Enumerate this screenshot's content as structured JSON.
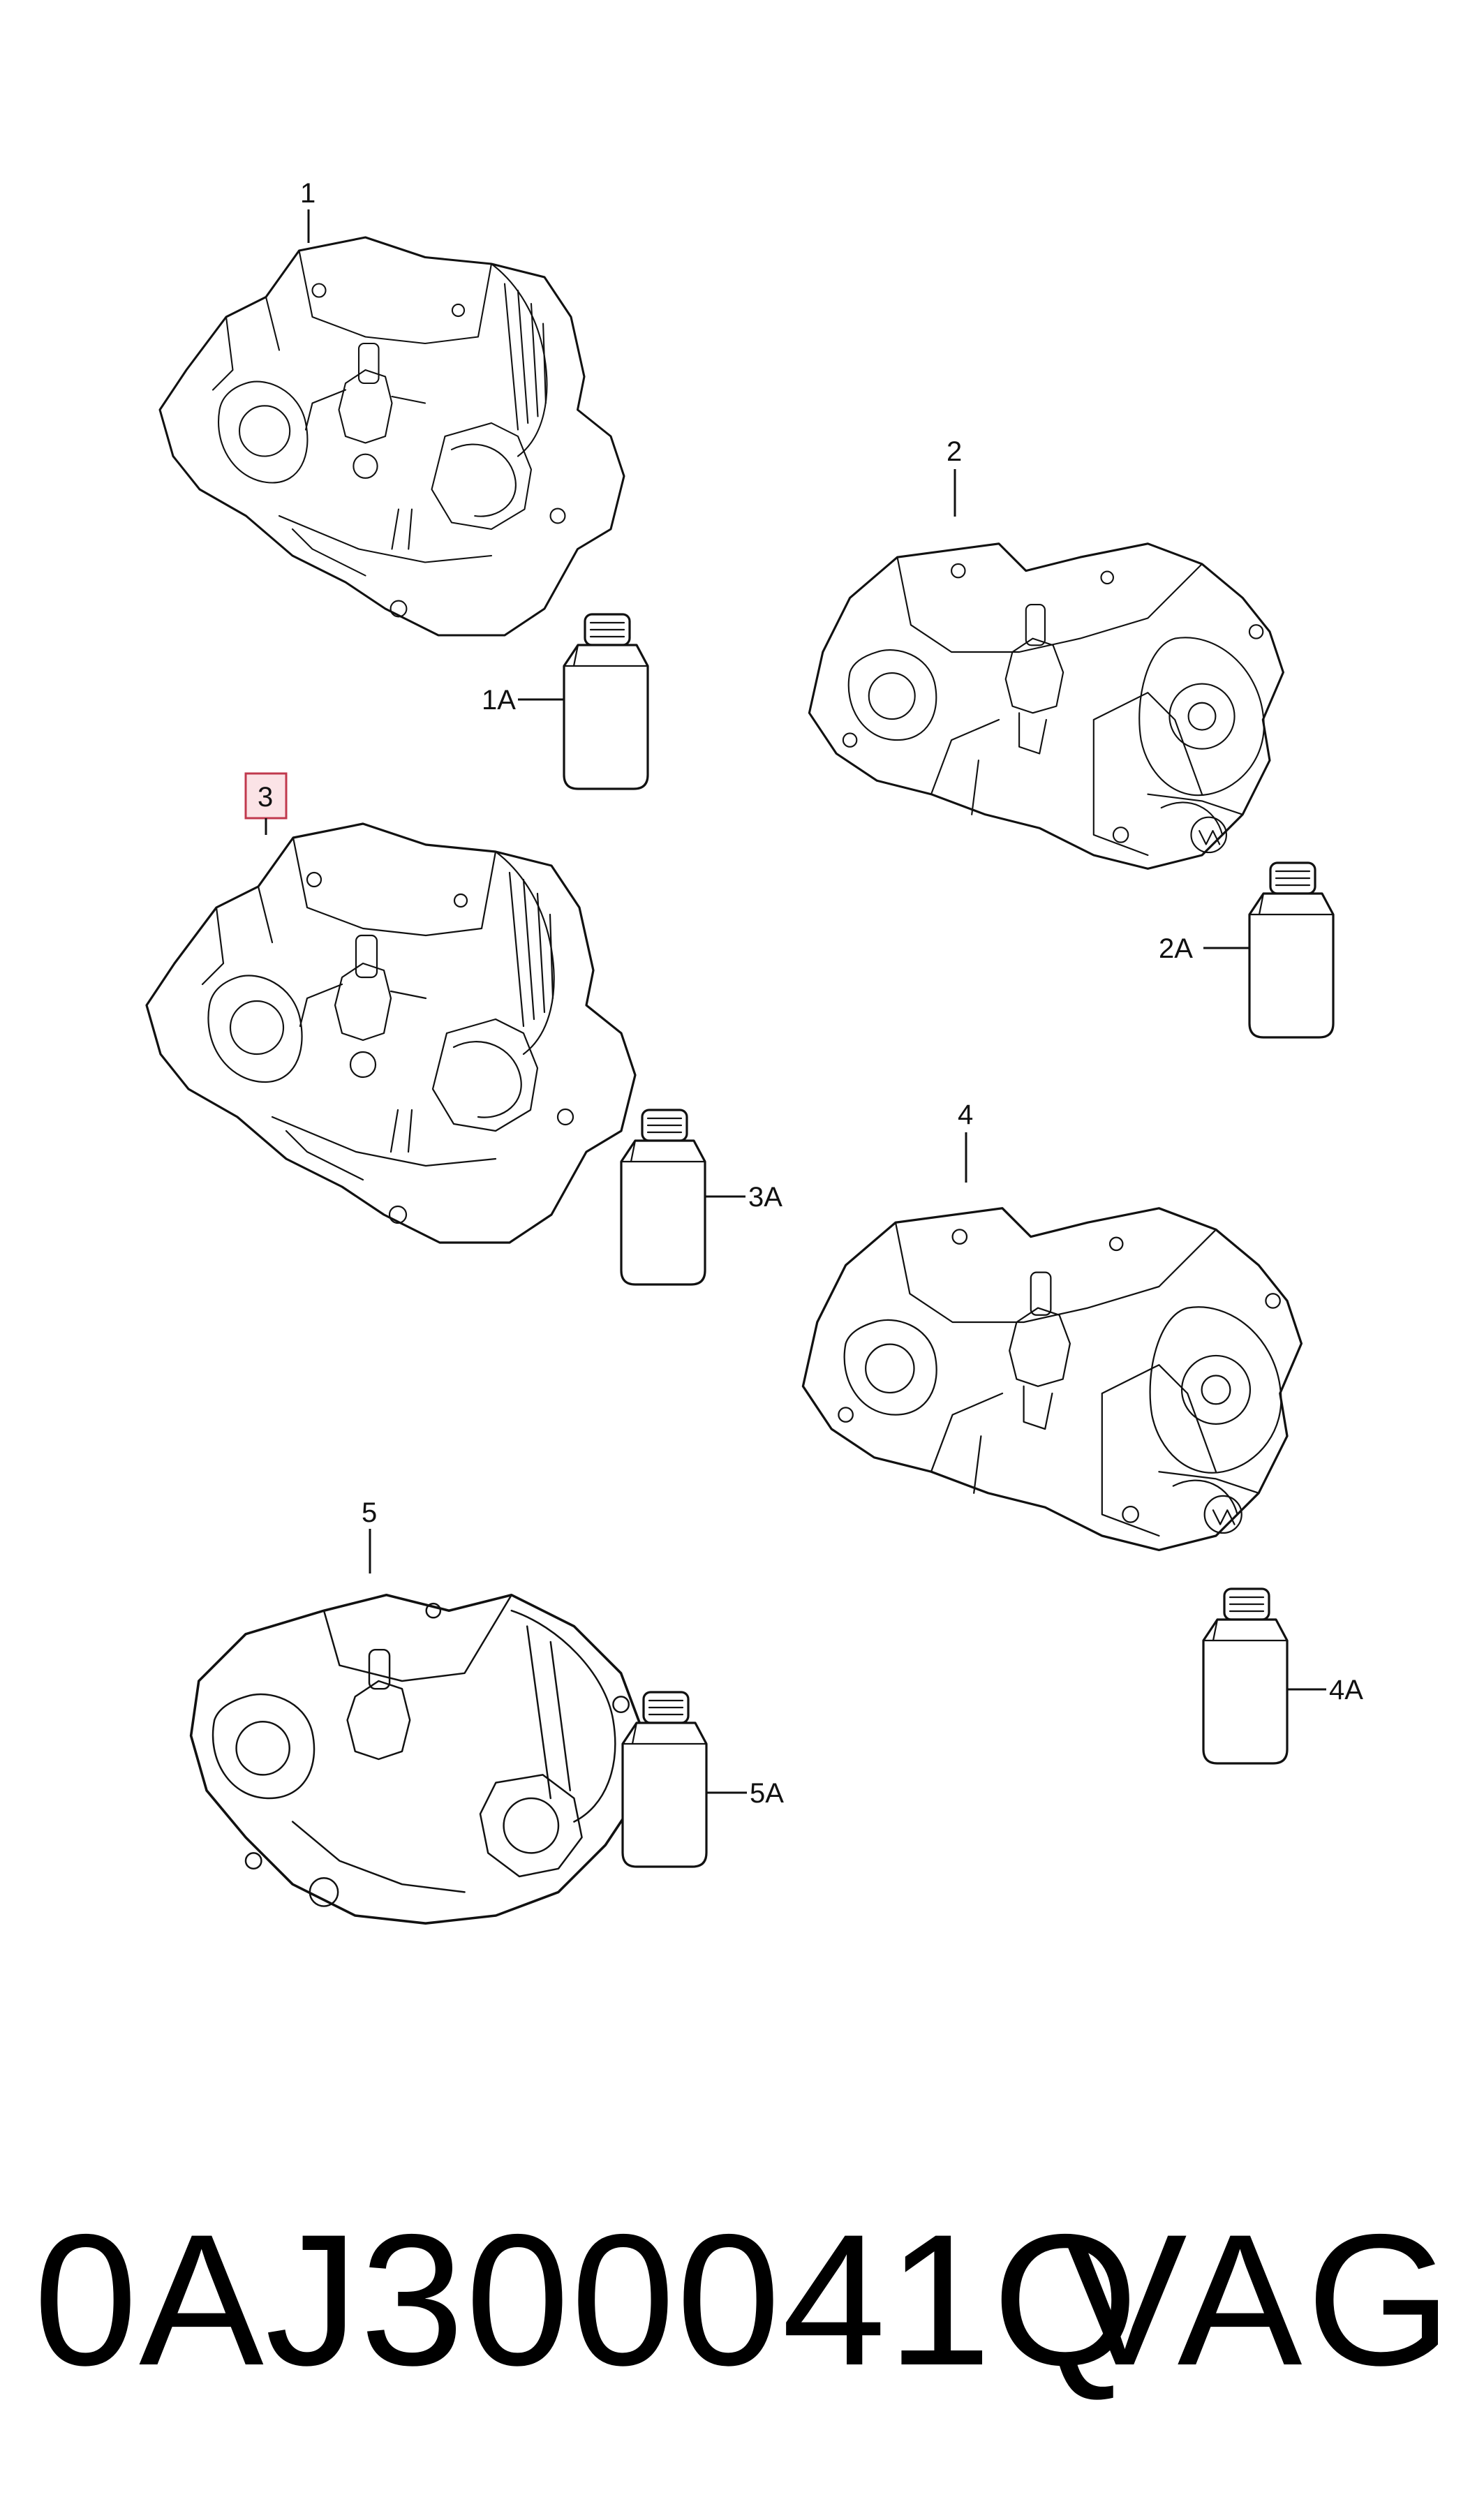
{
  "diagram": {
    "callouts": {
      "c1": "1",
      "c1a": "1A",
      "c2": "2",
      "c2a": "2A",
      "c3": "3",
      "c3a": "3A",
      "c4": "4",
      "c4a": "4A",
      "c5": "5",
      "c5a": "5A"
    },
    "highlighted_callout": "3",
    "highlight_color": "#c0394d",
    "parts": [
      {
        "id": "1",
        "kind": "gearbox-icon"
      },
      {
        "id": "1A",
        "kind": "oil-bottle-icon"
      },
      {
        "id": "2",
        "kind": "gearbox-icon"
      },
      {
        "id": "2A",
        "kind": "oil-bottle-icon"
      },
      {
        "id": "3",
        "kind": "gearbox-icon"
      },
      {
        "id": "3A",
        "kind": "oil-bottle-icon"
      },
      {
        "id": "4",
        "kind": "gearbox-icon"
      },
      {
        "id": "4A",
        "kind": "oil-bottle-icon"
      },
      {
        "id": "5",
        "kind": "gearbox-icon"
      },
      {
        "id": "5A",
        "kind": "oil-bottle-icon"
      }
    ]
  },
  "footer": {
    "part_number": "0AJ300041Q",
    "brand": "VAG"
  }
}
